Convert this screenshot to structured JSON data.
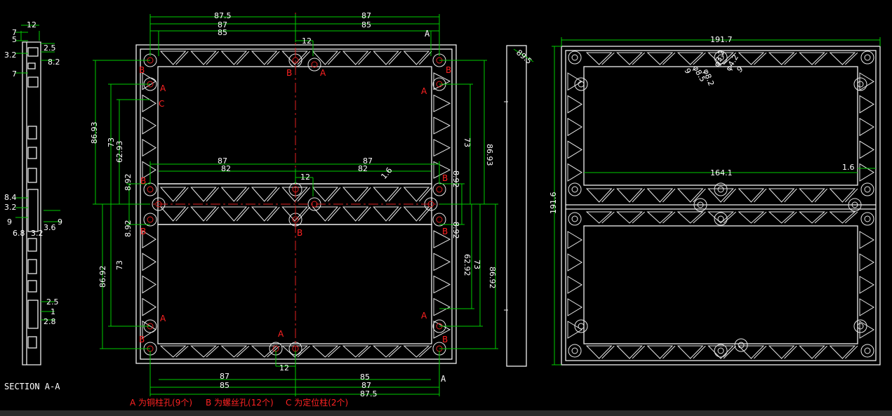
{
  "section": {
    "label": "SECTION  A-A",
    "dims": [
      "12",
      "7",
      "5",
      "3.2",
      "2.5",
      "8.2",
      "7",
      "8.4",
      "3.2",
      "9",
      "6.8",
      "3.2",
      "3.6",
      "9",
      "2.5",
      "2.8",
      "1"
    ]
  },
  "front": {
    "top_dims": [
      "87.5",
      "87",
      "87",
      "85",
      "85",
      "87"
    ],
    "top_pitch": "12",
    "mid_dims": [
      "87",
      "87",
      "82",
      "82"
    ],
    "mid_pitch": "12",
    "bottom_dims": [
      "85",
      "85",
      "87",
      "87",
      "87.5"
    ],
    "bottom_pitch": "12",
    "left_dims": [
      "86.93",
      "73",
      "62.93",
      "8.92",
      "8.92",
      "73",
      "86.92"
    ],
    "right_dims": [
      "86.93",
      "73",
      "8.92",
      "8.92",
      "62.92",
      "73",
      "86.92"
    ],
    "angle_label": "1.6",
    "view_label_top": "A",
    "view_label_bottom": "A"
  },
  "side": {
    "dim": "89.5"
  },
  "right": {
    "top_dim": "191.7",
    "side_dim": "191.6",
    "inner_dim": "164.1",
    "wall_dim": "1.6",
    "hole_dims": [
      "9",
      "φ8.5",
      "φ8.2",
      "φ3.2",
      "φ4.2",
      "9"
    ]
  },
  "legend": [
    {
      "key": "A",
      "text": "A 为铜柱孔(9个)"
    },
    {
      "key": "B",
      "text": "B 为螺丝孔(12个)"
    },
    {
      "key": "C",
      "text": "C 为定位柱(2个)"
    }
  ]
}
